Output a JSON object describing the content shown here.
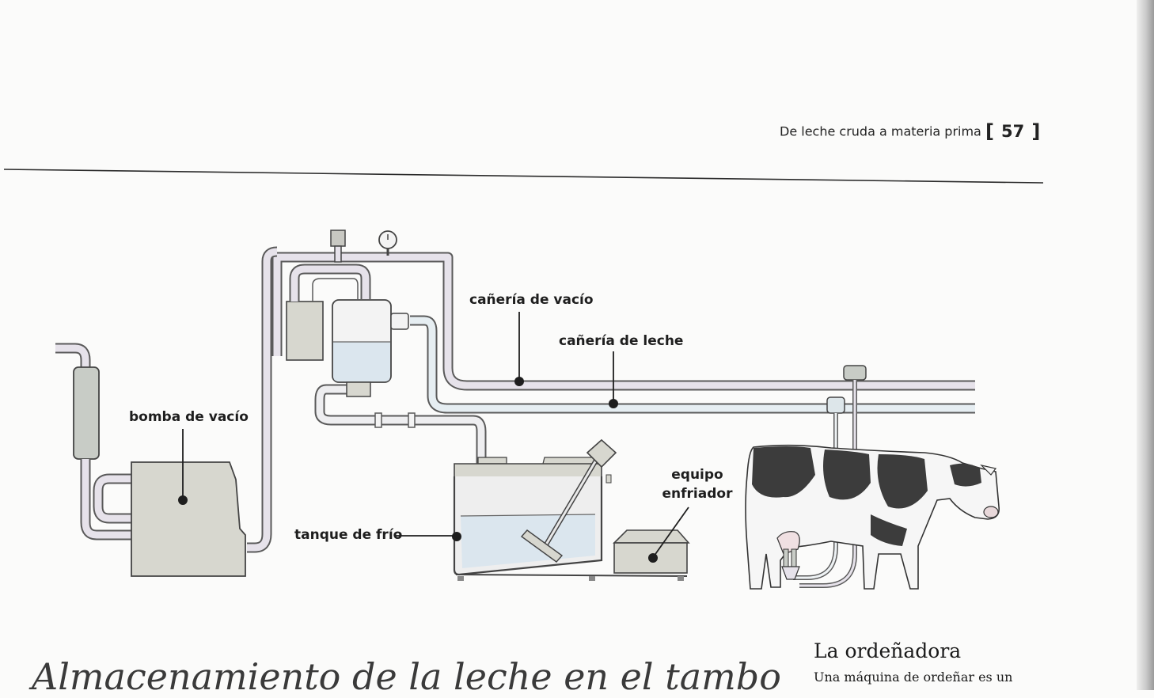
{
  "header": {
    "running_title": "De leche cruda a materia prima",
    "bracket_open": "[",
    "page_number": "57",
    "bracket_close": "]"
  },
  "diagram": {
    "labels": {
      "vacuum_pipe": "cañería de vacío",
      "milk_pipe": "cañería de leche",
      "vacuum_pump": "bomba de vacío",
      "cooling_unit_line1": "equipo",
      "cooling_unit_line2": "enfriador",
      "cooling_tank": "tanque de frío"
    },
    "colors": {
      "pipe_fill": "#e6e2ea",
      "pipe_outline": "#5a5a5a",
      "machine_fill": "#d7d7cf",
      "milk_fill": "#dbe6ee",
      "cow_patch": "#3c3c3c"
    }
  },
  "sidebar": {
    "title": "La ordeñadora",
    "text": "Una máquina de ordeñar es un"
  },
  "section_heading": "Almacenamiento de la leche en el tambo"
}
